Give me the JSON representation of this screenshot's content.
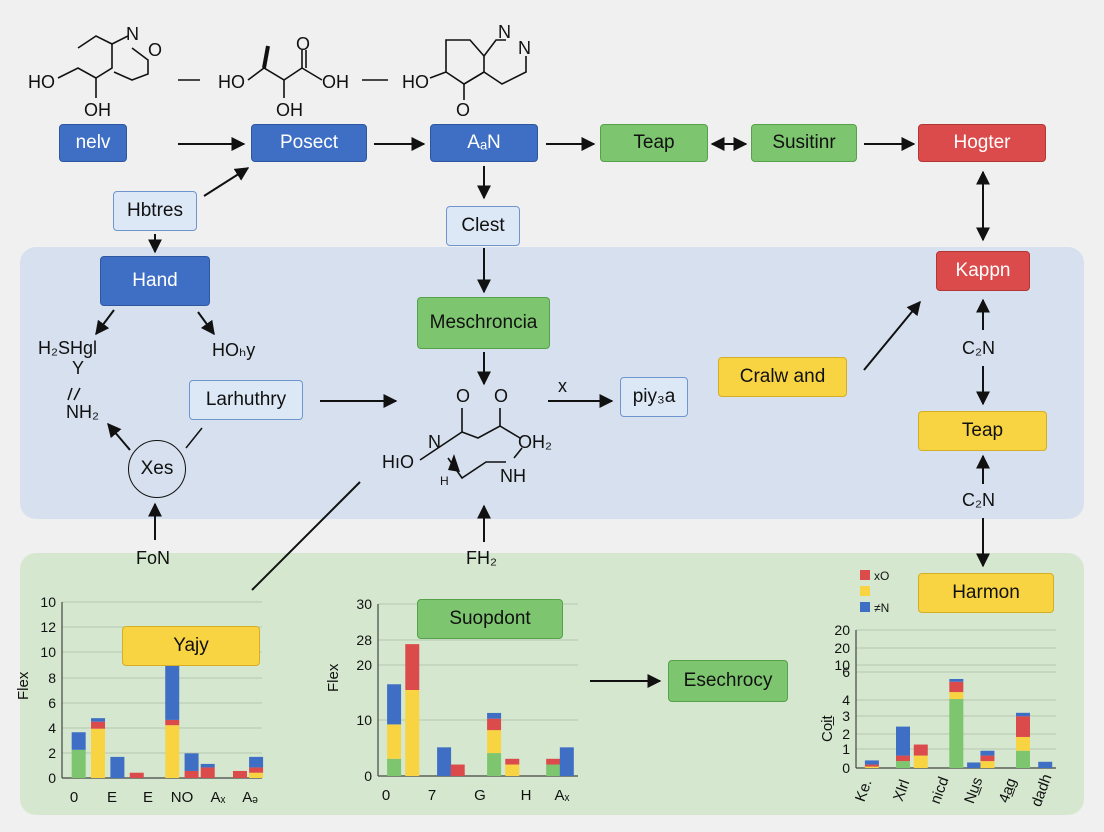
{
  "diagram": {
    "top_formula_labels": [
      "HO",
      "OH",
      "N",
      "O",
      "HO",
      "OH",
      "O",
      "OH",
      "N",
      "N",
      "HO",
      "O"
    ],
    "boxes": {
      "nelv": "nelv",
      "posect": "Posect",
      "aan": "AₐN",
      "teap_top": "Teap",
      "susitinr": "Susitinr",
      "hogter": "Hogter",
      "hbtres": "Hbtres",
      "clest": "Clest",
      "hand": "Hand",
      "meschroncia": "Meschroncia",
      "kappn": "Kappn",
      "larhuthry": "Larhuthry",
      "piysa": "piy₃a",
      "crawl_and": "Cralw and",
      "teap_mid": "Teap",
      "harmon": "Harmon",
      "yajy": "Yajy",
      "suopdont": "Suopdont",
      "esechrocy": "Esechrocy",
      "xes": "Xes"
    },
    "labels": {
      "h2shgl": "H₂SHgl",
      "hohy": "HOₕy",
      "nh2": "NH₂",
      "yfork": "Y",
      "c2n_upper": "C₂N",
      "c2n_lower": "C₂N",
      "x": "x",
      "fon": "FoN",
      "fh2": "FH₂",
      "mol_o1": "O",
      "mol_o2": "O",
      "mol_n": "N",
      "mol_oh2": "OH₂",
      "mol_hio": "HıO",
      "mol_nh": "NH",
      "mol_h": "H"
    }
  },
  "chart_data": [
    {
      "type": "bar",
      "stacked": true,
      "ylabel": "Flex",
      "ylim": [
        0,
        10
      ],
      "yticks": [
        0,
        2,
        4,
        6,
        8,
        10,
        12,
        10
      ],
      "xticks": [
        "0",
        "E",
        "E",
        "NO",
        "Aₓ",
        "Aₔ"
      ],
      "segment_colors": [
        "#7dc56f",
        "#f8d442",
        "#db4b4b",
        "#3f6fc4"
      ],
      "bars": [
        {
          "x": 0.3,
          "segments": [
            1.6,
            0,
            0,
            1.0
          ]
        },
        {
          "x": 0.9,
          "segments": [
            0,
            2.8,
            0.4,
            0.2
          ]
        },
        {
          "x": 1.5,
          "segments": [
            0,
            0,
            0,
            1.2
          ]
        },
        {
          "x": 2.1,
          "segments": [
            0,
            0,
            0.3,
            0
          ]
        },
        {
          "x": 3.2,
          "segments": [
            0,
            3.0,
            0.3,
            4.2
          ]
        },
        {
          "x": 3.8,
          "segments": [
            0,
            0,
            0.4,
            1.0
          ]
        },
        {
          "x": 4.3,
          "segments": [
            0,
            0,
            0.6,
            0.2
          ]
        },
        {
          "x": 5.3,
          "segments": [
            0,
            0,
            0.4,
            0
          ]
        },
        {
          "x": 5.8,
          "segments": [
            0,
            0.3,
            0.3,
            0.6
          ]
        }
      ]
    },
    {
      "type": "bar",
      "stacked": true,
      "ylabel": "Flex",
      "ylim": [
        0,
        30
      ],
      "yticks": [
        0,
        10,
        20,
        28,
        30
      ],
      "xticks": [
        "0",
        "7",
        "G",
        "H",
        "Aₓ"
      ],
      "segment_colors": [
        "#7dc56f",
        "#f8d442",
        "#db4b4b",
        "#3f6fc4"
      ],
      "bars": [
        {
          "x": 0.2,
          "segments": [
            3,
            6,
            0,
            7
          ]
        },
        {
          "x": 0.6,
          "segments": [
            0,
            15,
            8,
            0
          ]
        },
        {
          "x": 1.3,
          "segments": [
            0,
            0,
            0,
            5
          ]
        },
        {
          "x": 1.6,
          "segments": [
            0,
            0,
            2,
            0
          ]
        },
        {
          "x": 2.4,
          "segments": [
            4,
            4,
            2,
            1
          ]
        },
        {
          "x": 2.8,
          "segments": [
            0,
            2,
            1,
            0
          ]
        },
        {
          "x": 3.7,
          "segments": [
            2,
            0,
            1,
            0
          ]
        },
        {
          "x": 4.0,
          "segments": [
            0,
            0,
            0,
            5
          ]
        }
      ]
    },
    {
      "type": "bar",
      "stacked": true,
      "ylabel": "Coi̲t",
      "ylim": [
        0,
        20
      ],
      "yticks": [
        0,
        1,
        2,
        3,
        4,
        6,
        10,
        20,
        20
      ],
      "xticks": [
        "Ke.",
        "Xlrl",
        "nicd",
        "Nu̲s",
        "4a̲g",
        "dadh"
      ],
      "legend": [
        "xO",
        "",
        "≠N"
      ],
      "legend_colors": [
        "#db4b4b",
        "#f8d442",
        "#3f6fc4"
      ],
      "segment_colors": [
        "#7dc56f",
        "#f8d442",
        "#db4b4b",
        "#3f6fc4"
      ],
      "bars": [
        {
          "x": 0.2,
          "segments": [
            0,
            0.2,
            0.3,
            0.6
          ]
        },
        {
          "x": 0.9,
          "segments": [
            1.0,
            0,
            0.8,
            4.2
          ]
        },
        {
          "x": 1.3,
          "segments": [
            0,
            1.8,
            1.6,
            0
          ]
        },
        {
          "x": 2.1,
          "segments": [
            10,
            1.0,
            1.5,
            0.4
          ]
        },
        {
          "x": 2.5,
          "segments": [
            0,
            0,
            0,
            0.8
          ]
        },
        {
          "x": 2.8,
          "segments": [
            0,
            1.0,
            0.8,
            0.7
          ]
        },
        {
          "x": 3.6,
          "segments": [
            2.5,
            2.0,
            3.0,
            0.5
          ]
        },
        {
          "x": 4.1,
          "segments": [
            0,
            0,
            0,
            0.9
          ]
        }
      ]
    }
  ]
}
